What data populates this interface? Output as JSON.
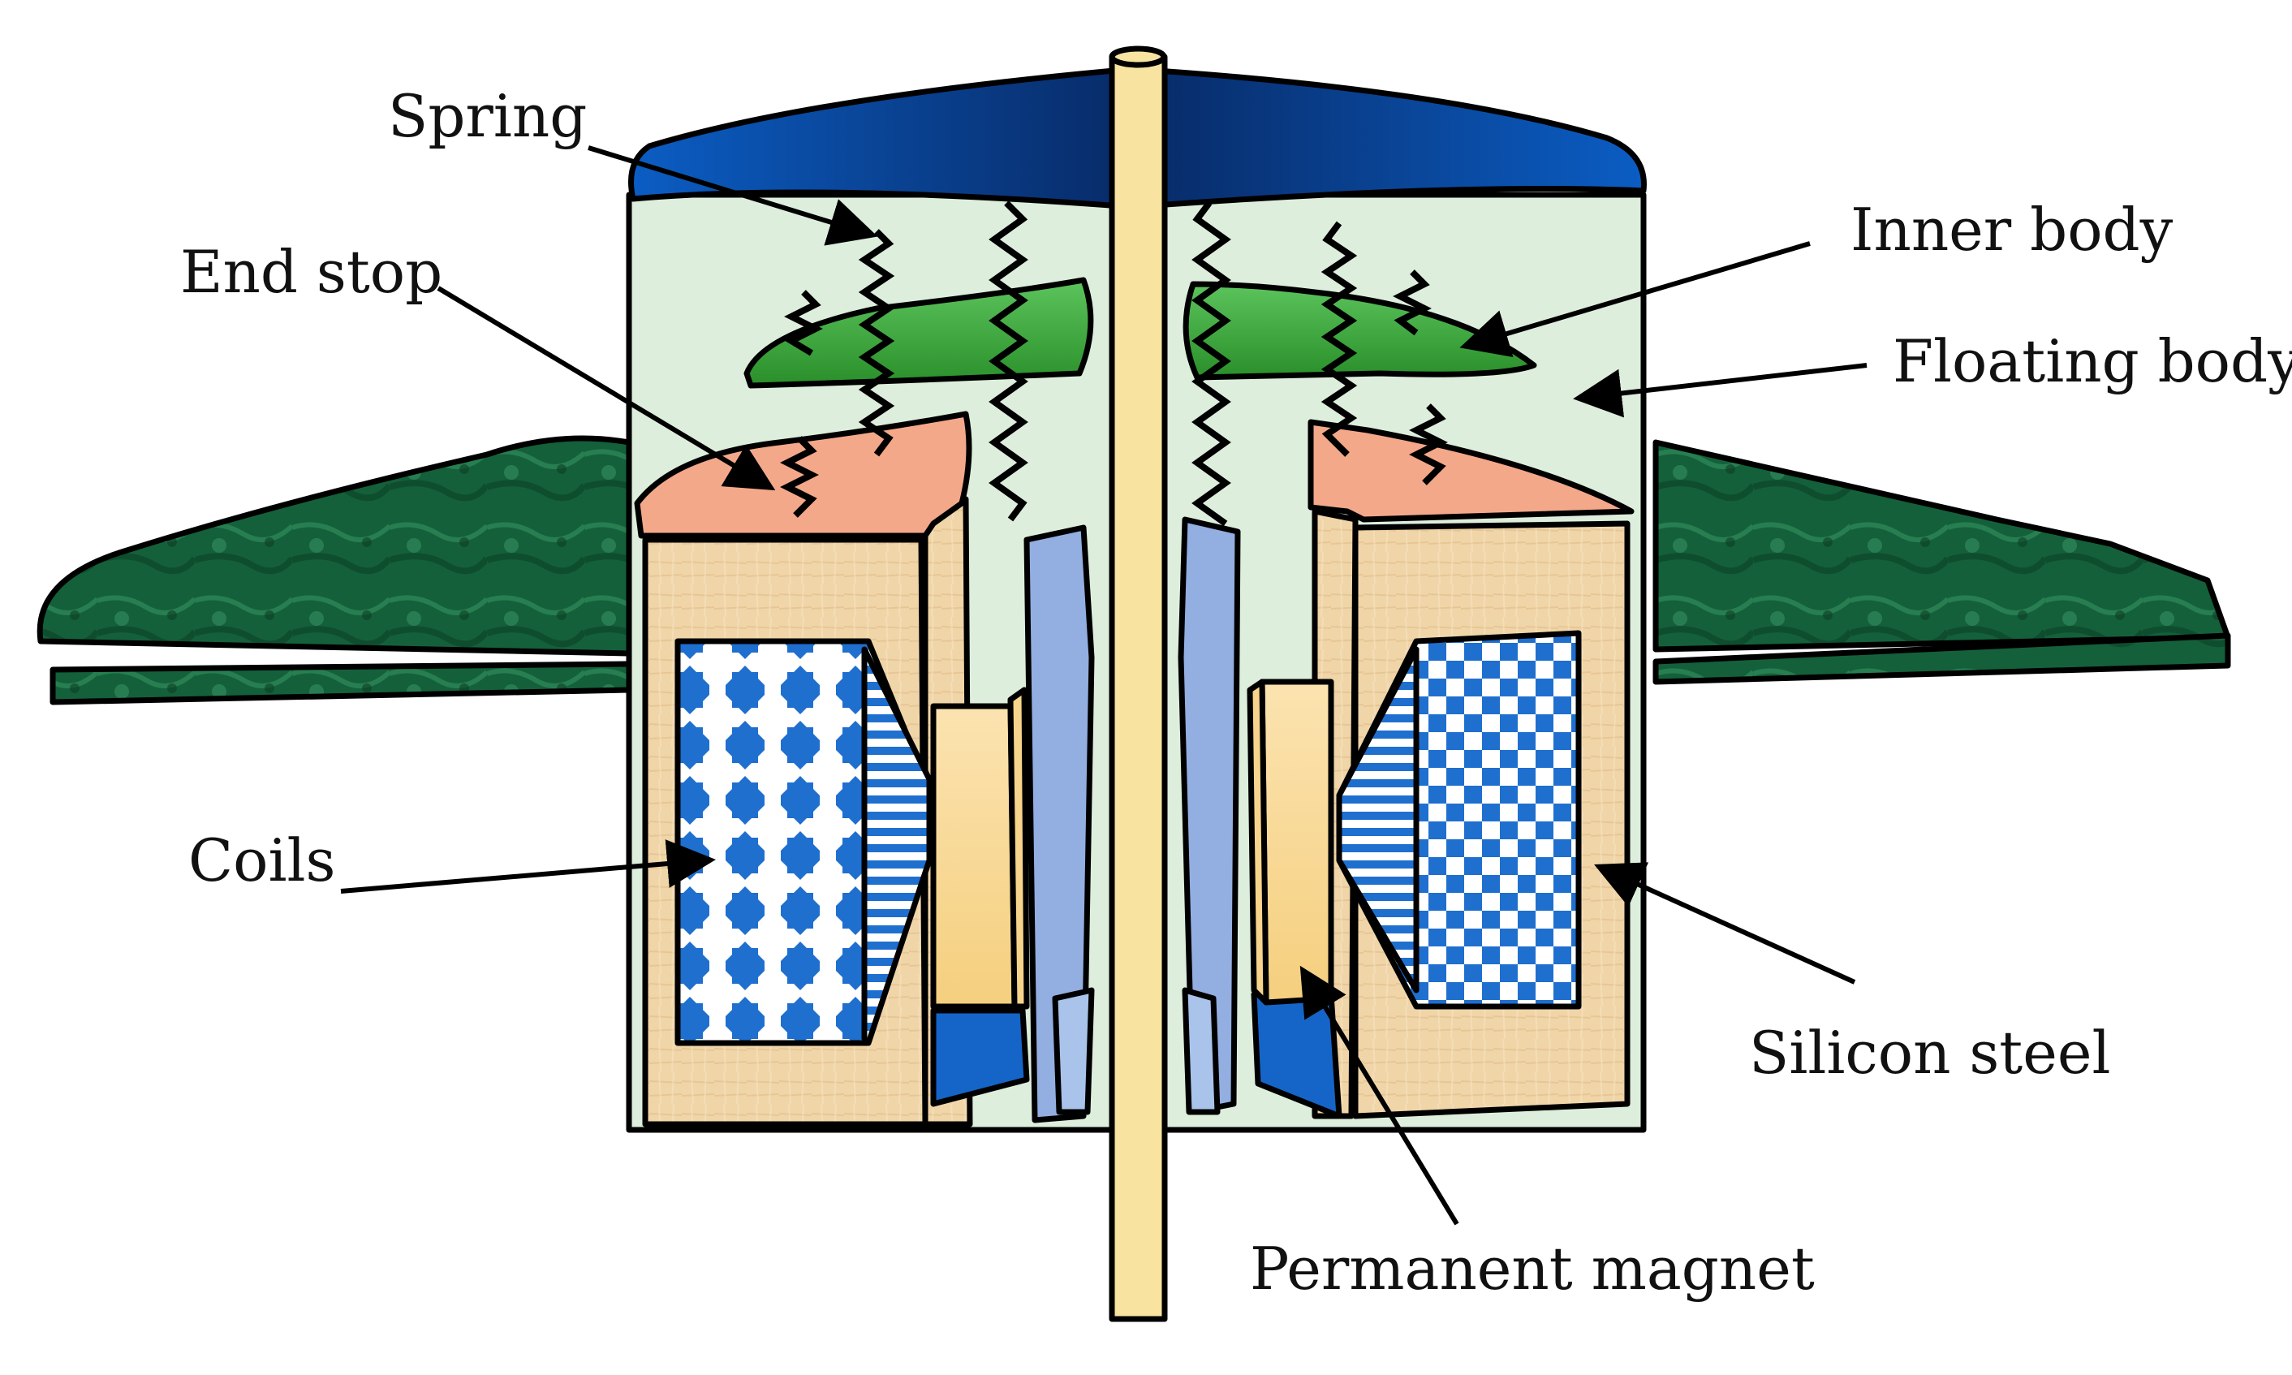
{
  "labels": {
    "spring": "Spring",
    "end_stop": "End stop",
    "inner_body": "Inner body",
    "floating_body": "Floating body",
    "coils": "Coils",
    "silicon_steel": "Silicon steel",
    "permanent_magnet": "Permanent magnet"
  },
  "colors": {
    "top_cap": "#0a4fb0",
    "housing_fill": "#ddeedd",
    "inner_body": "#3aa63a",
    "end_stop": "#f4a88a",
    "float_dark_green": "#14603a",
    "silicon_steel": "#f0d5a8",
    "coil_blue": "#1f6fcf",
    "magnet": "#f7d48c",
    "translator": "#93aee0",
    "magnet_base": "#1565c8",
    "rod": "#f8e3a0"
  }
}
